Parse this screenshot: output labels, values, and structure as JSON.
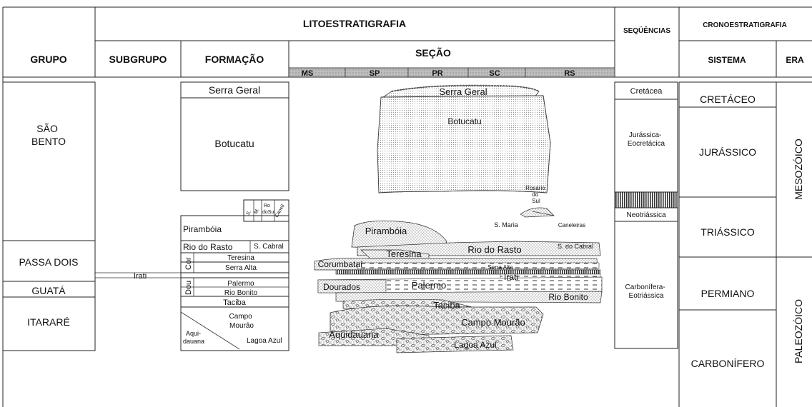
{
  "header": {
    "litho": "LITOESTRATIGRAFIA",
    "seq": "SEQÜÊNCIAS",
    "chrono": "CRONOESTRATIGRAFIA",
    "grupo": "GRUPO",
    "subgrupo": "SUBGRUPO",
    "formacao": "FORMAÇÃO",
    "secao": "SEÇÃO",
    "sistema": "SISTEMA",
    "era": "ERA",
    "states": [
      "MS",
      "SP",
      "PR",
      "SC",
      "RS"
    ]
  },
  "grupos": [
    "SÃO BENTO",
    "PASSA DOIS",
    "GUATÁ",
    "ITARARÉ"
  ],
  "subgrupo": "Irati",
  "formacoes": {
    "serra_geral": "Serra Geral",
    "botucatu": "Botucatu",
    "piramboia": "Pirambóia",
    "rio_do_rasto": "Rio do Rasto",
    "s_cabral": "S. Cabral",
    "teresina": "Teresina",
    "serra_alta": "Serra Alta",
    "cor": "Cor",
    "dou": "Dou",
    "palermo": "Palermo",
    "rio_bonito": "Rio Bonito",
    "taciba": "Taciba",
    "campo_mourao": "Campo Mourão",
    "aquidauana": "Aqui-dauana",
    "lagoa_azul": "Lagoa Azul",
    "small_box": [
      "S.",
      "M.",
      "Ro",
      "doSul",
      "Caneil"
    ]
  },
  "section_labels": {
    "serra_geral": "Serra Geral",
    "botucatu": "Botucatu",
    "rosario": "Rosário do Sul",
    "s_maria": "S. Maria",
    "caneleiras": "Caneleiras",
    "piramboia": "Pirambóia",
    "teresina": "Teresina",
    "rio_do_rasto": "Rio do Rasto",
    "s_do_cabral": "S. do Cabral",
    "corumbatai": "Corumbataí",
    "serra_alta": "Serra Alta",
    "irati": "Irati",
    "dourados": "Dourados",
    "palermo": "Palermo",
    "rio_bonito": "Rio Bonito",
    "taciba": "Taciba",
    "campo_mourao": "Campo Mourão",
    "aquidauana": "Aquidauana",
    "lagoa_azul": "Lagoa Azul"
  },
  "sequencias": [
    "Cretácea",
    "Jurássica-Eocretácica",
    "Neotriássica",
    "Carbonífera-Eotriássica"
  ],
  "sistemas": [
    "CRETÁCEO",
    "JURÁSSICO",
    "TRIÁSSICO",
    "PERMIANO",
    "CARBONÍFERO"
  ],
  "eras": [
    "MESOZÓICO",
    "PALEOZÓICO"
  ]
}
